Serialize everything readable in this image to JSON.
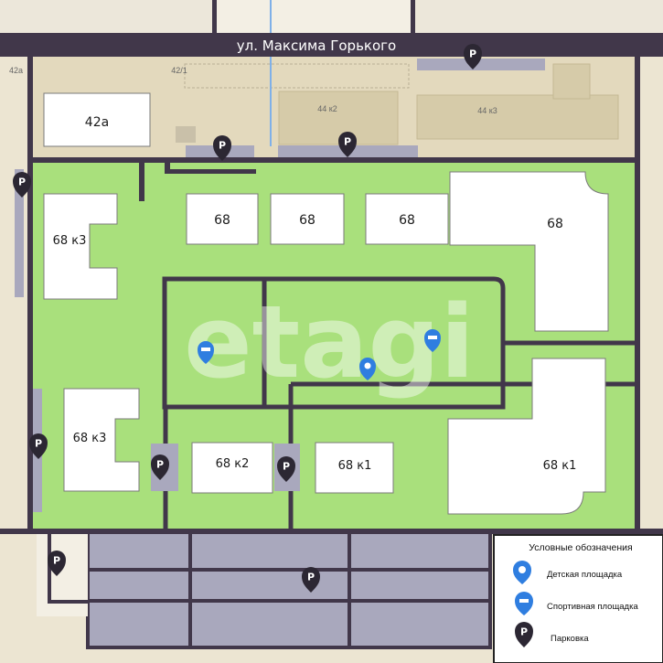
{
  "street": {
    "name": "ул. Максима Горького"
  },
  "buildings": {
    "b42a": "42а",
    "b42_1": "42/1",
    "b44k2": "44 к2",
    "b44k3": "44 к3",
    "b68_1": "68",
    "b68_2": "68",
    "b68_3": "68",
    "b68_big": "68",
    "b68k3_top": "68 к3",
    "b68k3_bottom": "68 к3",
    "b68k2": "68 к2",
    "b68k1_mid": "68 к1",
    "b68k1_right": "68 к1",
    "edge_42a": "42а"
  },
  "watermark": "etagi",
  "legend": {
    "title": "Условные обозначения",
    "items": [
      {
        "label": "Детская площадка",
        "icon": "horse-icon"
      },
      {
        "label": "Спортивная площадка",
        "icon": "dumbbell-icon"
      },
      {
        "label": "Парковка",
        "icon": "parking-icon"
      }
    ]
  },
  "parking": {
    "letter": "P"
  },
  "colors": {
    "green": "#a9e07c",
    "road": "#41374a",
    "parking_area": "#a9a8bd",
    "building": "#ffffff",
    "blue_marker": "#2f7ee0",
    "background": "#ece7da"
  }
}
